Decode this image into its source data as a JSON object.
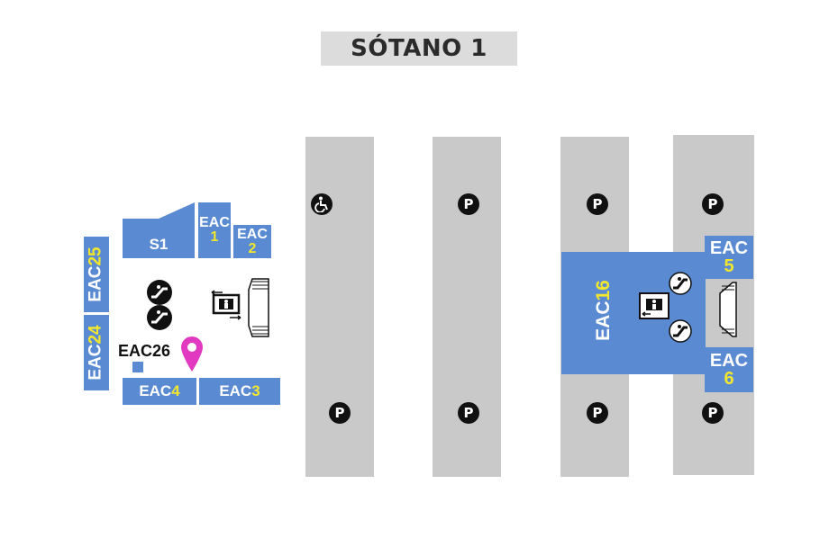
{
  "title": "SÓTANO 1",
  "colors": {
    "lane": "#c9c9c9",
    "zone": "#5a8bd2",
    "accent_number": "#f2e72d",
    "marker": "#e13ac0"
  },
  "parking_symbol": "P",
  "icons": {
    "accessible": "wheelchair-icon",
    "escalator": "escalator-icon",
    "elevator": "elevator-icon",
    "stairs": "stairs-icon",
    "location": "location-pin-icon"
  },
  "zones": {
    "s1": "S1",
    "eac1": {
      "prefix": "EAC",
      "num": "1"
    },
    "eac2": {
      "prefix": "EAC",
      "num": "2"
    },
    "eac3": {
      "prefix": "EAC",
      "num": "3"
    },
    "eac4": {
      "prefix": "EAC",
      "num": "4"
    },
    "eac5": {
      "prefix": "EAC",
      "num": "5"
    },
    "eac6": {
      "prefix": "EAC",
      "num": "6"
    },
    "eac16": {
      "prefix": "EAC",
      "num": "16"
    },
    "eac24": {
      "prefix": "EAC",
      "num": "24"
    },
    "eac25": {
      "prefix": "EAC",
      "num": "25"
    },
    "eac26": "EAC26"
  }
}
